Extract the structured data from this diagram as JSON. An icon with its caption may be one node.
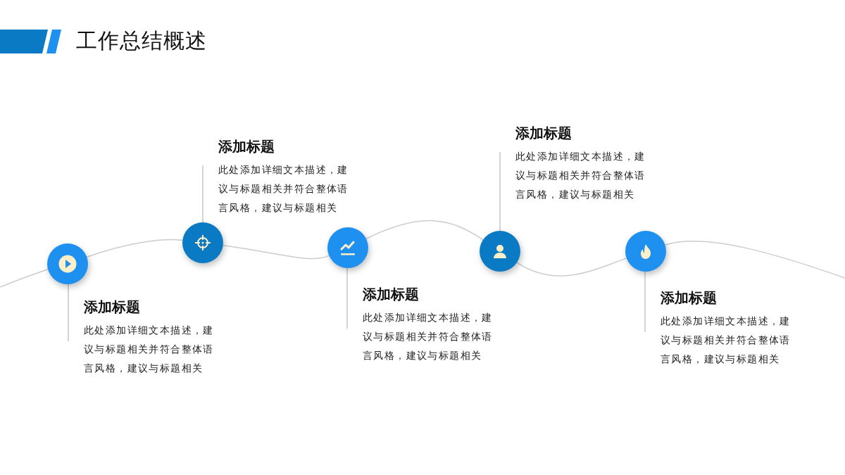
{
  "diagram": {
    "title": "工作总结概述",
    "nodes": [
      {
        "text": [],
        "shape": "circle"
      },
      {
        "text": [],
        "shape": "circle"
      },
      {
        "text": [],
        "shape": "circle"
      },
      {
        "text": [],
        "shape": "circle"
      },
      {
        "text": [],
        "shape": "circle"
      },
      {
        "text": [
          "添加标题",
          "此处添加详细文本描述，建议与标题相关并符合整体语言风格，建议与标题相关"
        ]
      },
      {
        "text": [
          "添加标题",
          "此处添加详细文本描述，建议与标题相关并符合整体语言风格，建议与标题相关"
        ]
      },
      {
        "text": [
          "添加标题",
          "此处添加详细文本描述，建议与标题相关并符合整体语言风格，建议与标题相关"
        ]
      },
      {
        "text": [
          "添加标题",
          "此处添加详细文本描述，建议与标题相关并符合整体语言风格，建议与标题相关"
        ]
      },
      {
        "text": [
          "添加标题",
          "此处添加详细文本描述，建议与标题相关并符合整体语言风格，建议与标题相关"
        ]
      }
    ],
    "edges": [
      {
        "from": null,
        "to": 0,
        "arrow": "none"
      },
      {
        "from": 0,
        "to": 1,
        "arrow": "none"
      },
      {
        "from": 1,
        "to": 2,
        "arrow": "none"
      },
      {
        "from": 2,
        "to": 3,
        "arrow": "none"
      },
      {
        "from": 3,
        "to": 4,
        "arrow": "none"
      },
      {
        "from": 4,
        "to": null,
        "arrow": "none"
      },
      {
        "from": 0,
        "to": 5,
        "arrow": "none"
      },
      {
        "from": 1,
        "to": 6,
        "arrow": "none"
      },
      {
        "from": 2,
        "to": 7,
        "arrow": "none"
      },
      {
        "from": 3,
        "to": 8,
        "arrow": "none"
      },
      {
        "from": 4,
        "to": 9,
        "arrow": "none"
      }
    ]
  }
}
